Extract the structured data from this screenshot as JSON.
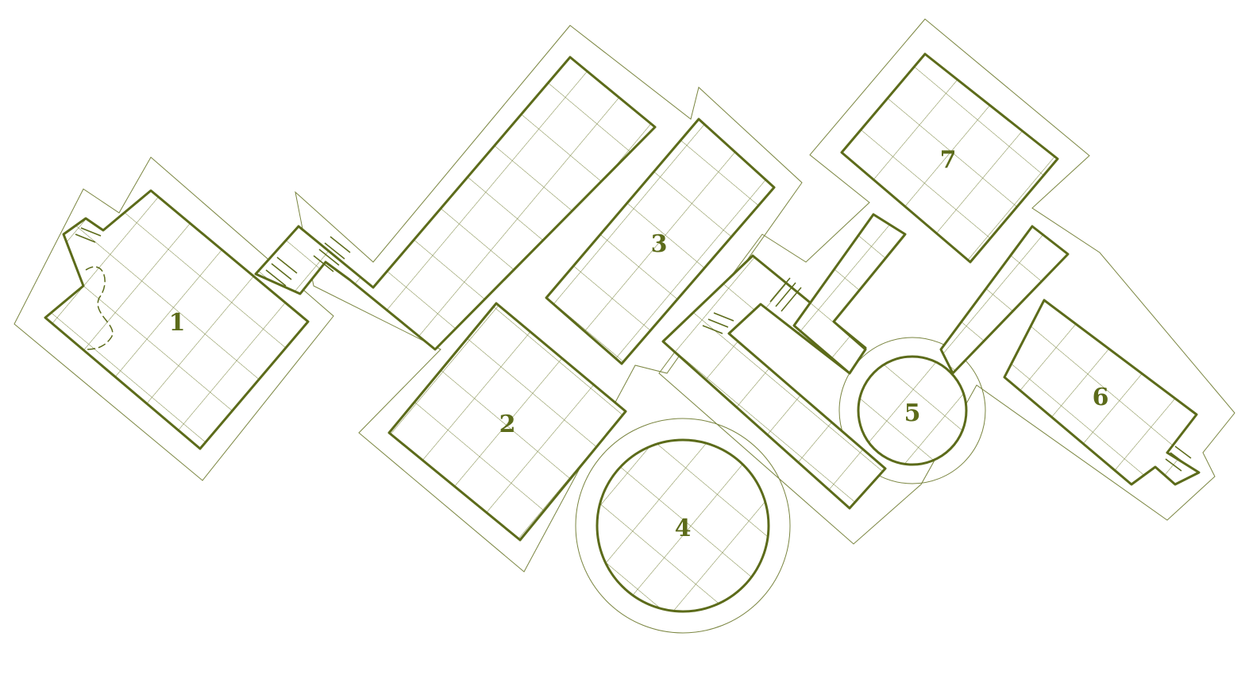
{
  "map": {
    "line_color": "#5c6b1a",
    "rooms": [
      {
        "id": "room-1",
        "label": "1"
      },
      {
        "id": "room-2",
        "label": "2"
      },
      {
        "id": "room-3",
        "label": "3"
      },
      {
        "id": "room-4",
        "label": "4"
      },
      {
        "id": "room-5",
        "label": "5"
      },
      {
        "id": "room-6",
        "label": "6"
      },
      {
        "id": "room-7",
        "label": "7"
      }
    ]
  }
}
